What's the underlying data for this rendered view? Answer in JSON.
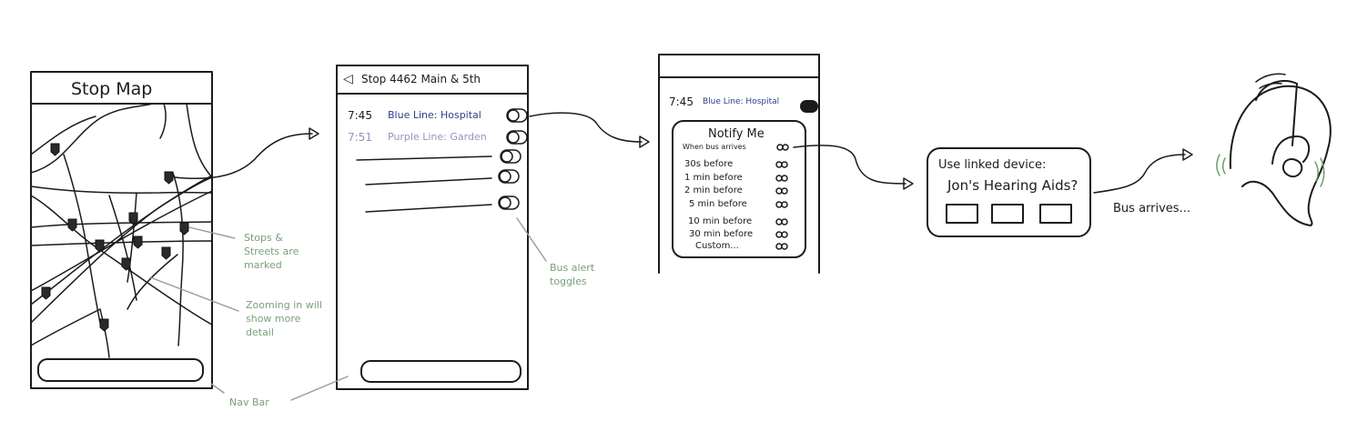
{
  "screen1": {
    "title": "Stop Map"
  },
  "screen2": {
    "back_icon": "back-arrow-icon",
    "header": "Stop 4462  Main & 5th",
    "rows": [
      {
        "time": "7:45",
        "line": "Blue Line: Hospital"
      },
      {
        "time": "7:51",
        "line": "Purple Line: Garden"
      }
    ]
  },
  "screen3": {
    "row": {
      "time": "7:45",
      "line": "Blue Line: Hospital"
    },
    "panel_title": "Notify Me",
    "options": [
      "When bus arrives",
      "30s before",
      "1 min before",
      "2 min before",
      "5 min before",
      "10 min before",
      "30 min before",
      "Custom..."
    ]
  },
  "device_dialog": {
    "line1": "Use linked device:",
    "line2": "Jon's Hearing Aids?"
  },
  "transition_label": "Bus arrives...",
  "annotations": {
    "stops_marked": "Stops & Streets are marked",
    "zooming": "Zooming in will show more detail",
    "nav_bar": "Nav Bar",
    "bus_toggles": "Bus alert toggles"
  },
  "colors": {
    "ink": "#1b1b1b",
    "blue_line": "#2b3f8a",
    "purple_line": "#9c8fc0",
    "annotation": "#7aa07a"
  }
}
